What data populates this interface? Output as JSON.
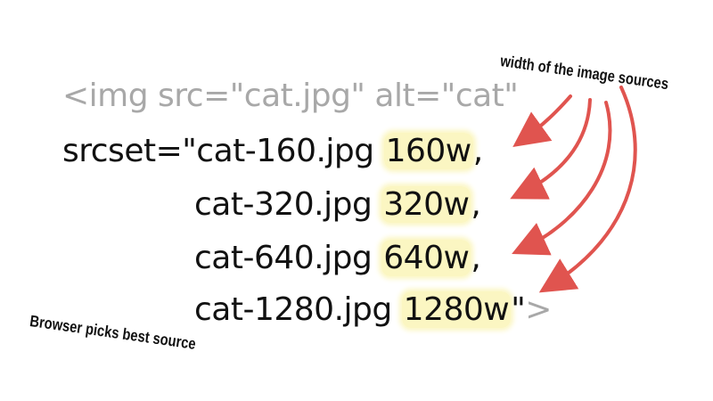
{
  "code": {
    "line1": "<img src=\"cat.jpg\" alt=\"cat\"",
    "line2_prefix": "srcset=\"cat-160.jpg ",
    "line2_value": "160w",
    "line2_suffix": ",",
    "line3_prefix": "cat-320.jpg ",
    "line3_value": "320w",
    "line3_suffix": ",",
    "line4_prefix": "cat-640.jpg ",
    "line4_value": "640w",
    "line4_suffix": ",",
    "line5_prefix": "cat-1280.jpg ",
    "line5_value": "1280w",
    "line5_quote": "\"",
    "line5_close": ">"
  },
  "annotations": {
    "width_note": "width of the image sources",
    "browser_note": "Browser picks best source"
  },
  "colors": {
    "code_gray": "#a8a8a8",
    "code_black": "#111111",
    "highlight": "#fbf6c2",
    "arrow": "#e0544f"
  }
}
